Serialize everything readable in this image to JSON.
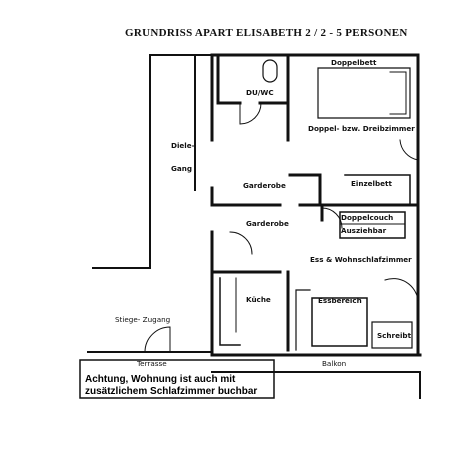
{
  "title": "GRUNDRISS APART ELISABETH 2 / 2 - 5 PERSONEN",
  "rooms": {
    "du_wc": "DU/WC",
    "doppelbett": "Doppelbett",
    "doppel_dreibettzimmer": "Doppel- bzw. Dreibzimmer",
    "diele_1": "Diele-",
    "diele_2": "Gang",
    "garderobe_upper": "Garderobe",
    "einzelbett": "Einzelbett",
    "garderobe_lower": "Garderobe",
    "doppelcouch": "Doppelcouch",
    "ausziehbar": "Ausziehbar",
    "ess_wohn": "Ess & Wohnschlafzimmer",
    "kueche": "Küche",
    "essbereich": "Essbereich",
    "schreibt": "Schreibt",
    "stiege": "Stiege- Zugang",
    "terrasse": "Terrasse",
    "balkon": "Balkon"
  },
  "notice": "Achtung, Wohnung ist auch mit zusätzlichem Schlafzimmer buchbar"
}
